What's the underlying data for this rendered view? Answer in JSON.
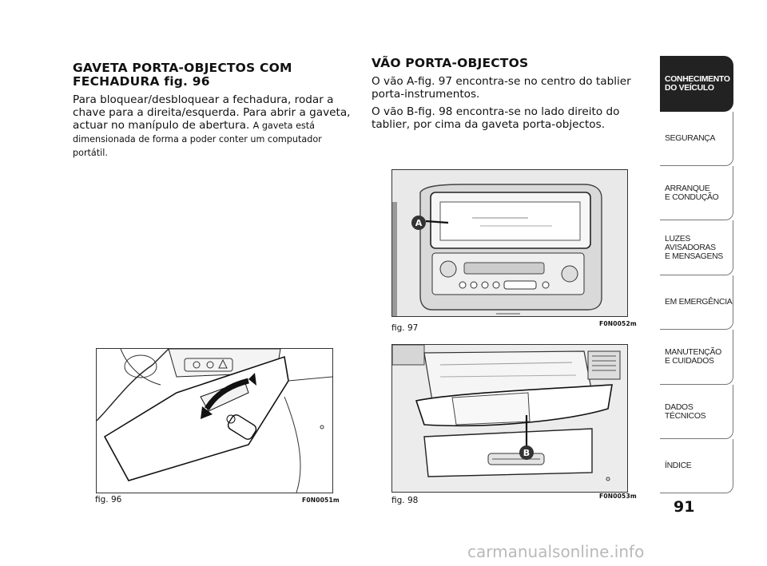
{
  "left": {
    "heading": "GAVETA PORTA-OBJECTOS COM FECHADURA fig. 96",
    "body": "Para bloquear/desbloquear a fechadura, rodar a chave para a direita/esquerda. Para abrir a gaveta, actuar no manípulo de abertura.",
    "body_small": "A gaveta está dimensionada de forma a poder conter um computador portátil."
  },
  "right": {
    "heading": "VÃO PORTA-OBJECTOS",
    "para1": "O vão A-fig. 97 encontra-se no centro do tablier porta-instrumentos.",
    "para2": "O vão B-fig. 98 encontra-se no lado direito do tablier, por cima da gaveta porta-objectos."
  },
  "figures": {
    "fig96": {
      "caption": "fig. 96",
      "code": "F0N0051m"
    },
    "fig97": {
      "caption": "fig. 97",
      "code": "F0N0052m",
      "callout": "A"
    },
    "fig98": {
      "caption": "fig. 98",
      "code": "F0N0053m",
      "callout": "B"
    }
  },
  "tabs": [
    {
      "label": "CONHECIMENTO\nDO VEÍCULO",
      "active": true
    },
    {
      "label": "SEGURANÇA",
      "active": false
    },
    {
      "label": "ARRANQUE\nE CONDUÇÃO",
      "active": false
    },
    {
      "label": "LUZES\nAVISADORAS\nE MENSAGENS",
      "active": false
    },
    {
      "label": "EM EMERGÊNCIA",
      "active": false
    },
    {
      "label": "MANUTENÇÃO\nE CUIDADOS",
      "active": false
    },
    {
      "label": "DADOS\nTÉCNICOS",
      "active": false
    },
    {
      "label": "ÍNDICE",
      "active": false
    }
  ],
  "page_number": "91",
  "watermark": "carmanualsonline.info"
}
